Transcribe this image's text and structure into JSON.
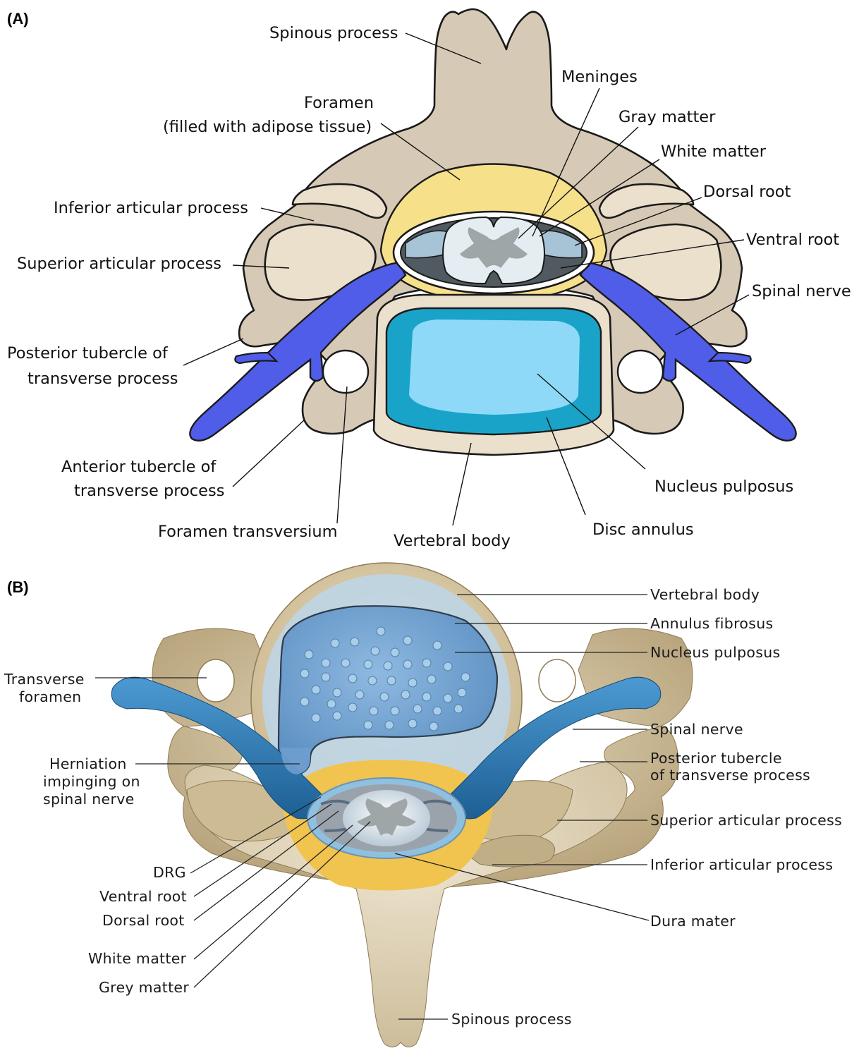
{
  "panel_a": {
    "letter": "(A)",
    "labels": {
      "spinous_process": "Spinous process",
      "meninges": "Meninges",
      "foramen_line1": "Foramen",
      "foramen_line2": "(filled with adipose tissue)",
      "gray_matter": "Gray matter",
      "white_matter": "White matter",
      "dorsal_root": "Dorsal root",
      "inferior_articular_process": "Inferior articular process",
      "ventral_root": "Ventral root",
      "superior_articular_process": "Superior articular process",
      "spinal_nerve": "Spinal nerve",
      "posterior_tubercle_line1": "Posterior tubercle of",
      "posterior_tubercle_line2": "transverse process",
      "anterior_tubercle_line1": "Anterior tubercle of",
      "anterior_tubercle_line2": "transverse process",
      "nucleus_pulposus": "Nucleus pulposus",
      "foramen_transversium": "Foramen transversium",
      "disc_annulus": "Disc annulus",
      "vertebral_body": "Vertebral body"
    }
  },
  "panel_b": {
    "letter": "(B)",
    "labels": {
      "vertebral_body": "Vertebral body",
      "annulus_fibrosus": "Annulus fibrosus",
      "nucleus_pulposus": "Nucleus pulposus",
      "transverse_foramen_line1": "Transverse",
      "transverse_foramen_line2": "foramen",
      "spinal_nerve": "Spinal nerve",
      "herniation_line1": "Herniation",
      "herniation_line2": "impinging on",
      "herniation_line3": "spinal nerve",
      "posterior_tubercle_line1": "Posterior tubercle",
      "posterior_tubercle_line2": "of transverse process",
      "superior_articular_process": "Superior articular process",
      "inferior_articular_process": "Inferior articular process",
      "drg": "DRG",
      "ventral_root": "Ventral root",
      "dorsal_root": "Dorsal root",
      "dura_mater": "Dura mater",
      "white_matter": "White matter",
      "grey_matter": "Grey matter",
      "spinous_process": "Spinous process"
    }
  },
  "colors": {
    "bone": "#d6cab6",
    "bone_light": "#ebe0cc",
    "adipose": "#f7e08a",
    "nerve_a": "#4f5de8",
    "disc_outer_a": "#1aa3c8",
    "disc_inner_a": "#8ed9f7",
    "cord_white": "#e4eef2",
    "cord_gray": "#9ea6a8",
    "bone_b": "#c4b28b",
    "nerve_b": "#2c7fb8",
    "nucleus_b": "#6e9fcf",
    "annulus_b": "#bcd6ea",
    "fat_b": "#f1c34f"
  }
}
